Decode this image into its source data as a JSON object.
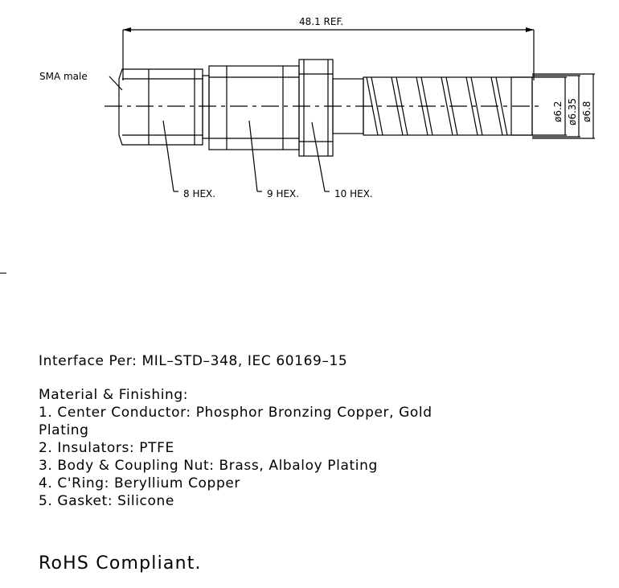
{
  "drawing": {
    "length_dim": "48.1 REF.",
    "connector_label": "SMA male",
    "hex_labels": [
      "8 HEX.",
      "9 HEX.",
      "10 HEX."
    ],
    "diameters": [
      "ø6.2",
      "ø6.35",
      "ø6.8"
    ]
  },
  "notes": {
    "interface": "Interface Per: MIL–STD–348, IEC 60169–15",
    "material_heading": "Material & Finishing:",
    "items": [
      "1. Center Conductor: Phosphor Bronzing Copper, Gold",
      "Plating",
      "2. Insulators: PTFE",
      "3. Body & Coupling Nut: Brass, Albaloy Plating",
      "4. C'Ring: Beryllium Copper",
      "5. Gasket: Silicone"
    ],
    "rohs": "RoHS Compliant."
  }
}
